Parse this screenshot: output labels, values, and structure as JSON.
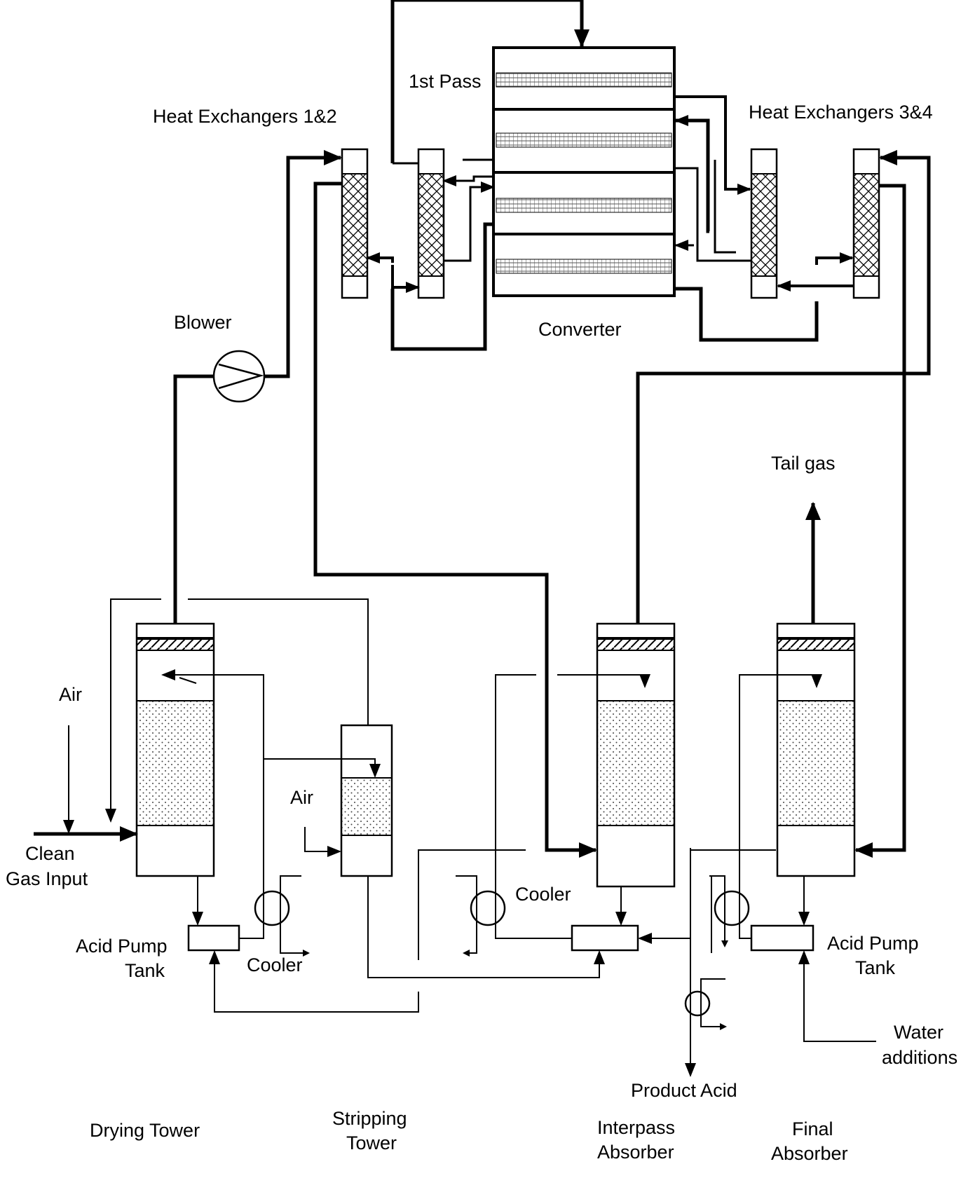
{
  "labels": {
    "first_pass": "1st Pass",
    "heat_exchangers_12": "Heat Exchangers 1&2",
    "heat_exchangers_34": "Heat Exchangers 3&4",
    "blower": "Blower",
    "converter": "Converter",
    "tail_gas": "Tail gas",
    "air_left": "Air",
    "air_mid": "Air",
    "clean_gas_line1": "Clean",
    "clean_gas_line2": "Gas Input",
    "acid_pump_tank_left_1": "Acid Pump",
    "acid_pump_tank_left_2": "Tank",
    "cooler_left": "Cooler",
    "cooler_mid": "Cooler",
    "acid_pump_tank_right_1": "Acid Pump",
    "acid_pump_tank_right_2": "Tank",
    "water_1": "Water",
    "water_2": "additions",
    "product_acid": "Product Acid",
    "drying_tower": "Drying Tower",
    "stripping_tower_1": "Stripping",
    "stripping_tower_2": "Tower",
    "interpass_1": "Interpass",
    "interpass_2": "Absorber",
    "final_1": "Final",
    "final_2": "Absorber"
  }
}
